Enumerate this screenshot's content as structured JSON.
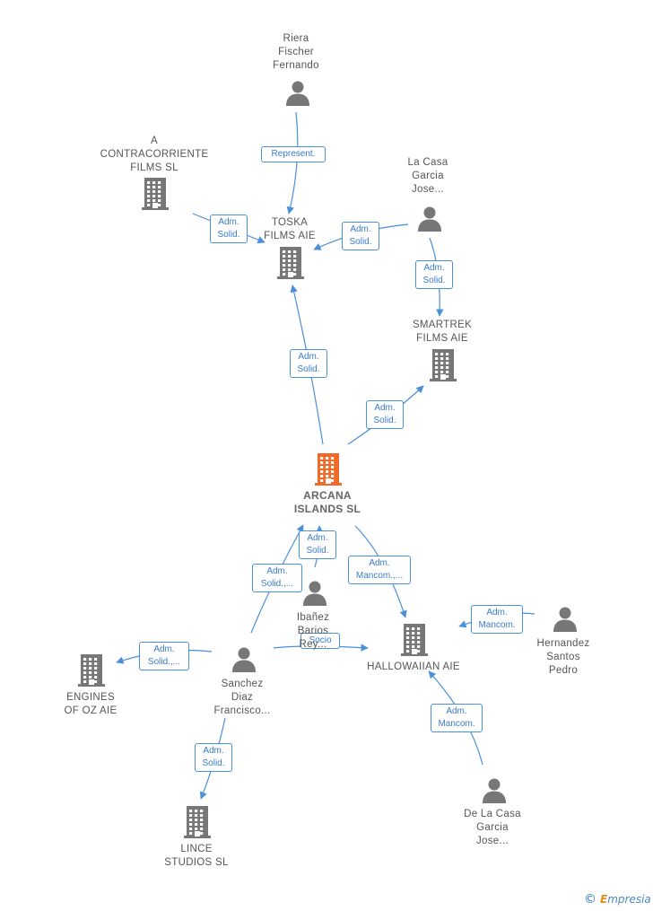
{
  "colors": {
    "accent": "#4a90d9",
    "node": "#777777",
    "main_node": "#f26a2a"
  },
  "nodes": [
    {
      "id": "riera",
      "type": "person",
      "label": [
        "Riera",
        "Fischer",
        "Fernando"
      ]
    },
    {
      "id": "contracorriente",
      "type": "company",
      "label": [
        "A",
        "CONTRACORRIENTE",
        "FILMS SL"
      ]
    },
    {
      "id": "lacasa1",
      "type": "person",
      "label": [
        "La Casa",
        "Garcia",
        "Jose..."
      ]
    },
    {
      "id": "toska",
      "type": "company",
      "label": [
        "TOSKA",
        "FILMS AIE"
      ]
    },
    {
      "id": "smartrek",
      "type": "company",
      "label": [
        "SMARTREK",
        "FILMS AIE"
      ]
    },
    {
      "id": "arcana",
      "type": "company",
      "main": true,
      "label": [
        "ARCANA",
        "ISLANDS  SL"
      ]
    },
    {
      "id": "ibanez",
      "type": "person",
      "label": [
        "Ibañez",
        "Barios",
        "Rey..."
      ]
    },
    {
      "id": "hernandez",
      "type": "person",
      "label": [
        "Hernandez",
        "Santos",
        "Pedro"
      ]
    },
    {
      "id": "hallowaiian",
      "type": "company",
      "label": [
        "HALLOWAIIAN AIE"
      ]
    },
    {
      "id": "sanchez",
      "type": "person",
      "label": [
        "Sanchez",
        "Diaz",
        "Francisco..."
      ]
    },
    {
      "id": "engines",
      "type": "company",
      "label": [
        "ENGINES",
        "OF OZ  AIE"
      ]
    },
    {
      "id": "lince",
      "type": "company",
      "label": [
        "LINCE",
        "STUDIOS SL"
      ]
    },
    {
      "id": "lacasa2",
      "type": "person",
      "label": [
        "De La Casa",
        "Garcia",
        "Jose..."
      ]
    }
  ],
  "edges": [
    {
      "id": "e1",
      "from": "riera",
      "to": "toska",
      "label": [
        "Represent."
      ]
    },
    {
      "id": "e2",
      "from": "contracorriente",
      "to": "toska",
      "label": [
        "Adm.",
        "Solid."
      ]
    },
    {
      "id": "e3",
      "from": "lacasa1",
      "to": "toska",
      "label": [
        "Adm.",
        "Solid."
      ]
    },
    {
      "id": "e4",
      "from": "lacasa1",
      "to": "smartrek",
      "label": [
        "Adm.",
        "Solid."
      ]
    },
    {
      "id": "e5",
      "from": "arcana",
      "to": "toska",
      "label": [
        "Adm.",
        "Solid."
      ]
    },
    {
      "id": "e6",
      "from": "arcana",
      "to": "smartrek",
      "label": [
        "Adm.",
        "Solid."
      ]
    },
    {
      "id": "e7",
      "from": "ibanez",
      "to": "arcana",
      "label": [
        "Adm.",
        "Solid."
      ]
    },
    {
      "id": "e8",
      "from": "sanchez",
      "to": "arcana",
      "label": [
        "Adm.",
        "Solid.,..."
      ]
    },
    {
      "id": "e9",
      "from": "arcana",
      "to": "hallowaiian",
      "label": [
        "Adm.",
        "Mancom.,..."
      ]
    },
    {
      "id": "e10",
      "from": "hernandez",
      "to": "hallowaiian",
      "label": [
        "Adm.",
        "Mancom."
      ]
    },
    {
      "id": "e11",
      "from": "sanchez",
      "to": "hallowaiian",
      "label": [
        "Socio"
      ]
    },
    {
      "id": "e12",
      "from": "sanchez",
      "to": "engines",
      "label": [
        "Adm.",
        "Solid.,..."
      ]
    },
    {
      "id": "e13",
      "from": "sanchez",
      "to": "lince",
      "label": [
        "Adm.",
        "Solid."
      ]
    },
    {
      "id": "e14",
      "from": "lacasa2",
      "to": "hallowaiian",
      "label": [
        "Adm.",
        "Mancom."
      ]
    }
  ],
  "footer": {
    "copyright": "©",
    "brand_initial": "E",
    "brand_rest": "mpresia"
  }
}
